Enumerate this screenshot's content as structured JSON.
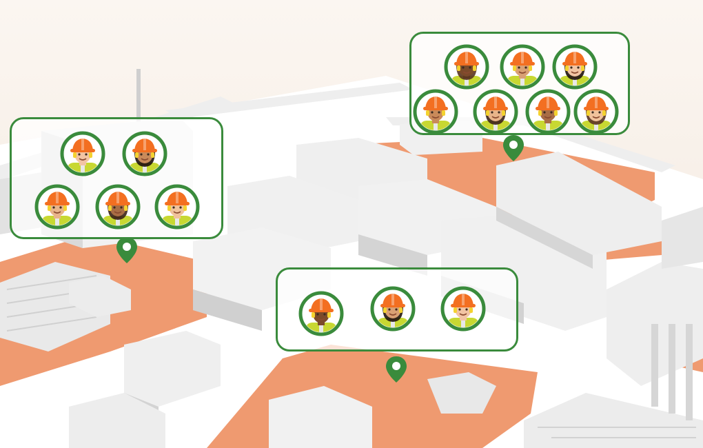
{
  "colors": {
    "zone": "#ef9a70",
    "zone_dark": "#e58a5f",
    "ground": "#ffffff",
    "building_top": "#f2f2f2",
    "building_side": "#d8d8d8",
    "building_shadow": "#c4c4c4",
    "ring": "#3a8b3c",
    "pin": "#3a8b3c",
    "helmet": "#f36f21",
    "vest": "#c8d832"
  },
  "icons": {
    "worker": "worker-avatar-icon",
    "pin": "map-pin-icon"
  },
  "clusters": [
    {
      "id": "left",
      "workers": 5
    },
    {
      "id": "top-right",
      "workers": 7
    },
    {
      "id": "center",
      "workers": 3
    }
  ]
}
